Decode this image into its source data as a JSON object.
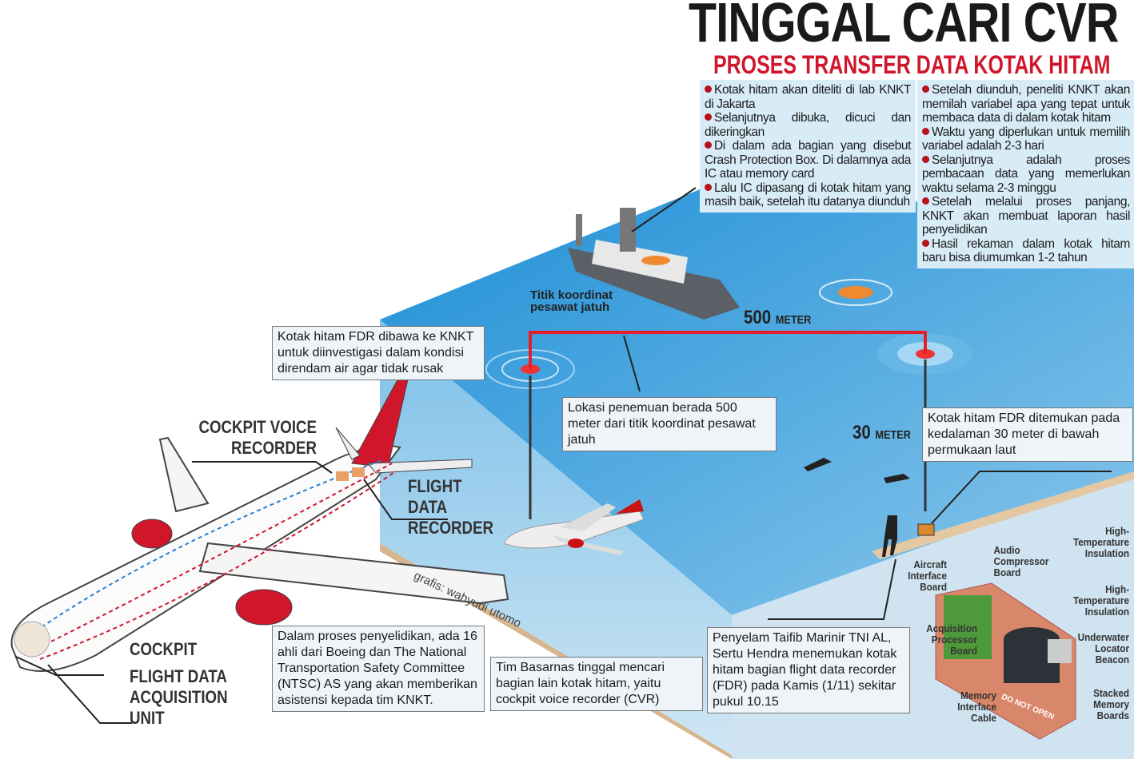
{
  "title": "TINGGAL CARI CVR",
  "subtitle": "PROSES TRANSFER DATA KOTAK HITAM",
  "process_left": [
    "Kotak hitam akan diteliti di lab KNKT di Jakarta",
    "Selanjutnya dibuka, dicuci dan dikeringkan",
    "Di dalam ada bagian yang disebut Crash Protection Box. Di dalamnya ada IC atau memory card",
    "Lalu IC dipasang di kotak hitam yang masih baik, setelah itu datanya diunduh"
  ],
  "process_right": [
    "Setelah diunduh, peneliti KNKT akan memilah variabel apa yang tepat untuk membaca data di dalam kotak hitam",
    "Waktu yang diperlukan untuk memilih variabel adalah 2-3 hari",
    "Selanjutnya adalah proses pembacaan data yang memerlukan waktu selama 2-3 minggu",
    "Setelah melalui proses panjang, KNKT akan membuat laporan hasil penyelidikan",
    "Hasil rekaman dalam kotak hitam baru bisa diumumkan 1-2 tahun"
  ],
  "callouts": {
    "fdr_knkt": "Kotak hitam FDR dibawa ke KNKT untuk diinvestigasi dalam kondisi direndam air agar tidak rusak",
    "location": "Lokasi penemuan berada 500 meter dari titik koordinat pesawat jatuh",
    "depth": "Kotak hitam FDR ditemukan pada kedalaman 30 meter di bawah permukaan laut",
    "experts": "Dalam proses penyelidikan, ada 16 ahli dari Boeing dan The National Transportation Safety Committee (NTSC) AS yang akan memberikan asistensi kepada tim KNKT.",
    "basarnas": "Tim Basarnas tinggal mencari bagian lain kotak hitam, yaitu cockpit voice recorder (CVR)",
    "diver": "Penyelam Taifib Marinir TNI AL, Sertu Hendra menemukan kotak hitam bagian flight data recorder (FDR) pada Kamis (1/11) sekitar pukul 10.15"
  },
  "labels": {
    "cvr": "COCKPIT VOICE RECORDER",
    "fdr": "FLIGHT DATA RECORDER",
    "cockpit": "COCKPIT",
    "fdau": "FLIGHT DATA ACQUISITION UNIT",
    "coord": "Titik koordinat pesawat jatuh",
    "dist_500_num": "500",
    "dist_500_unit": "METER",
    "dist_30_num": "30",
    "dist_30_unit": "METER",
    "credit": "grafis: wahyudi utomo"
  },
  "components": {
    "high_temp_1": "High-Temperature Insulation",
    "high_temp_2": "High-Temperature Insulation",
    "audio": "Audio Compressor Board",
    "aircraft_if": "Aircraft Interface Board",
    "acq": "Acquisition Processor Board",
    "beacon": "Underwater Locator Beacon",
    "stacked": "Stacked Memory Boards",
    "mem_cable": "Memory Interface Cable",
    "box_text": "DO NOT OPEN"
  },
  "colors": {
    "accent_red": "#d0162b",
    "water": "#3aa0dc",
    "info_bg": "#d8ecf8"
  }
}
